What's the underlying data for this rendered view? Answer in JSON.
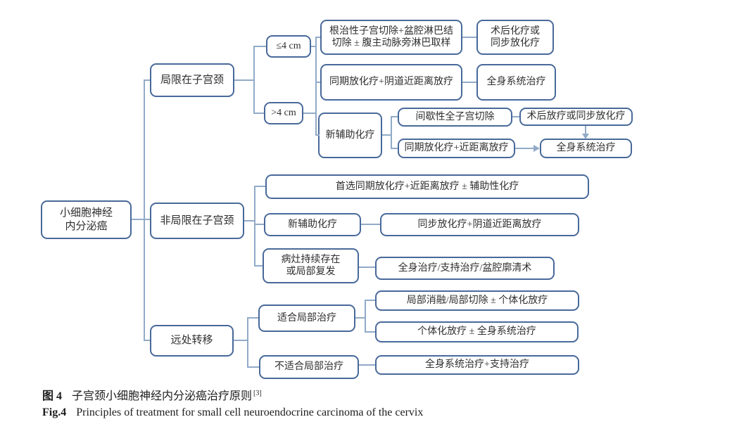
{
  "colors": {
    "box_border": "#48699a",
    "connector_line": "#91aac7",
    "text": "#2e2e2e",
    "background": "#ffffff"
  },
  "nodes": {
    "root": "小细胞神经\n内分泌癌",
    "localized": "局限在子宫颈",
    "le4cm": "≤4 cm",
    "gt4cm": ">4 cm",
    "radical_hysterectomy": "根治性子宫切除+盆腔淋巴结\n切除 ± 腹主动脉旁淋巴取样",
    "ccrt_vaginal_brachy": "同期放化疗+阴道近距离放疗",
    "postop_chemo_or_ccrt": "术后化疗或\n同步放化疗",
    "systemic_therapy_1": "全身系统治疗",
    "neoadjuvant_chemo_1": "新辅助化疗",
    "interval_hysterectomy": "间歇性全子宫切除",
    "ccrt_brachy": "同期放化疗+近距离放疗",
    "postop_rt_or_ccrt": "术后放疗或同步放化疗",
    "systemic_therapy_2": "全身系统治疗",
    "nonlocalized": "非局限在子宫颈",
    "preferred_ccrt_brachy_adjuvant": "首选同期放化疗+近距离放疗 ± 辅助性化疗",
    "neoadjuvant_chemo_2": "新辅助化疗",
    "ccrt_vaginal_brachy_2": "同步放化疗+阴道近距离放疗",
    "persistent_or_recurrent": "病灶持续存在\n或局部复发",
    "systemic_supportive_exenteration": "全身治疗/支持治疗/盆腔廓清术",
    "distant_metastasis": "远处转移",
    "suitable_local_therapy": "适合局部治疗",
    "unsuitable_local_therapy": "不适合局部治疗",
    "ablation_resection_rt": "局部消融/局部切除 ± 个体化放疗",
    "individualized_rt_systemic": "个体化放疗 ± 全身系统治疗",
    "systemic_plus_supportive": "全身系统治疗+支持治疗"
  },
  "caption": {
    "zh_label": "图 4",
    "zh_text": "子宫颈小细胞神经内分泌癌治疗原则",
    "zh_ref": "[3]",
    "en_label": "Fig.4",
    "en_text": "Principles of treatment for small cell neuroendocrine carcinoma of the cervix"
  }
}
